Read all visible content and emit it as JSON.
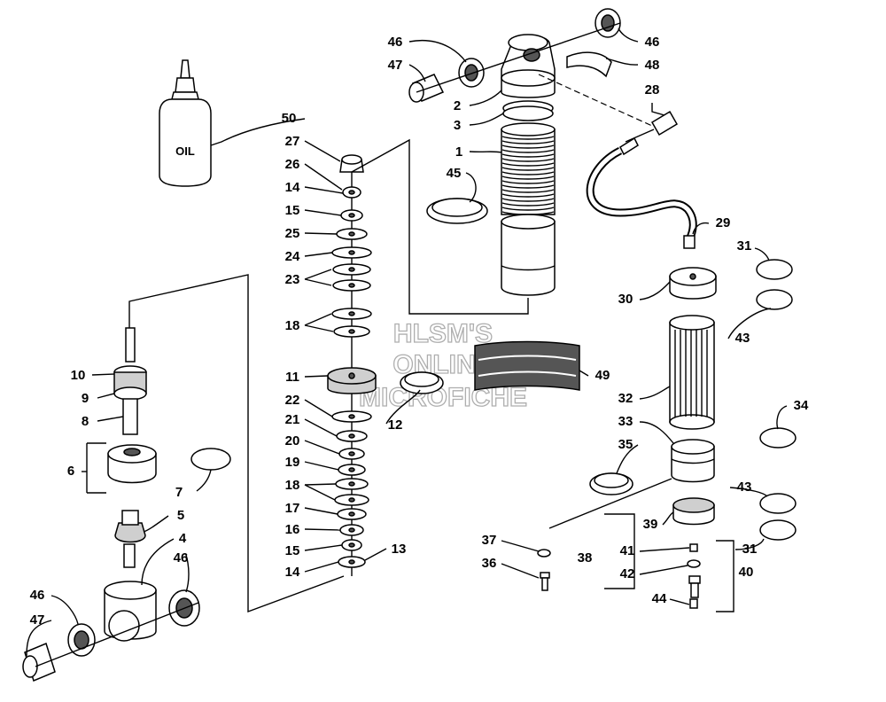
{
  "oil_label": "OIL",
  "watermark": [
    "HLSM'S",
    "ONLINE",
    "MICROFICHE"
  ],
  "callouts": [
    {
      "id": "c46a",
      "text": "46"
    },
    {
      "id": "c47a",
      "text": "47"
    },
    {
      "id": "c2",
      "text": "2"
    },
    {
      "id": "c3",
      "text": "3"
    },
    {
      "id": "c1",
      "text": "1"
    },
    {
      "id": "c45",
      "text": "45"
    },
    {
      "id": "c46b",
      "text": "46"
    },
    {
      "id": "c48",
      "text": "48"
    },
    {
      "id": "c28",
      "text": "28"
    },
    {
      "id": "c29",
      "text": "29"
    },
    {
      "id": "c31a",
      "text": "31"
    },
    {
      "id": "c30",
      "text": "30"
    },
    {
      "id": "c43a",
      "text": "43"
    },
    {
      "id": "c49",
      "text": "49"
    },
    {
      "id": "c32",
      "text": "32"
    },
    {
      "id": "c34",
      "text": "34"
    },
    {
      "id": "c33",
      "text": "33"
    },
    {
      "id": "c35",
      "text": "35"
    },
    {
      "id": "c43b",
      "text": "43"
    },
    {
      "id": "c39",
      "text": "39"
    },
    {
      "id": "c31b",
      "text": "31"
    },
    {
      "id": "c37",
      "text": "37"
    },
    {
      "id": "c38",
      "text": "38"
    },
    {
      "id": "c41",
      "text": "41"
    },
    {
      "id": "c40",
      "text": "40"
    },
    {
      "id": "c36",
      "text": "36"
    },
    {
      "id": "c42",
      "text": "42"
    },
    {
      "id": "c44",
      "text": "44"
    },
    {
      "id": "c50",
      "text": "50"
    },
    {
      "id": "c27",
      "text": "27"
    },
    {
      "id": "c26",
      "text": "26"
    },
    {
      "id": "c14a",
      "text": "14"
    },
    {
      "id": "c15a",
      "text": "15"
    },
    {
      "id": "c25",
      "text": "25"
    },
    {
      "id": "c24",
      "text": "24"
    },
    {
      "id": "c23",
      "text": "23"
    },
    {
      "id": "c18a",
      "text": "18"
    },
    {
      "id": "c11",
      "text": "11"
    },
    {
      "id": "c22",
      "text": "22"
    },
    {
      "id": "c12",
      "text": "12"
    },
    {
      "id": "c21",
      "text": "21"
    },
    {
      "id": "c20",
      "text": "20"
    },
    {
      "id": "c19",
      "text": "19"
    },
    {
      "id": "c18b",
      "text": "18"
    },
    {
      "id": "c17",
      "text": "17"
    },
    {
      "id": "c16",
      "text": "16"
    },
    {
      "id": "c15b",
      "text": "15"
    },
    {
      "id": "c14b",
      "text": "14"
    },
    {
      "id": "c13",
      "text": "13"
    },
    {
      "id": "c10",
      "text": "10"
    },
    {
      "id": "c9",
      "text": "9"
    },
    {
      "id": "c8",
      "text": "8"
    },
    {
      "id": "c6",
      "text": "6"
    },
    {
      "id": "c7",
      "text": "7"
    },
    {
      "id": "c5",
      "text": "5"
    },
    {
      "id": "c4",
      "text": "4"
    },
    {
      "id": "c46c",
      "text": "46"
    },
    {
      "id": "c46d",
      "text": "46"
    },
    {
      "id": "c47b",
      "text": "47"
    }
  ]
}
